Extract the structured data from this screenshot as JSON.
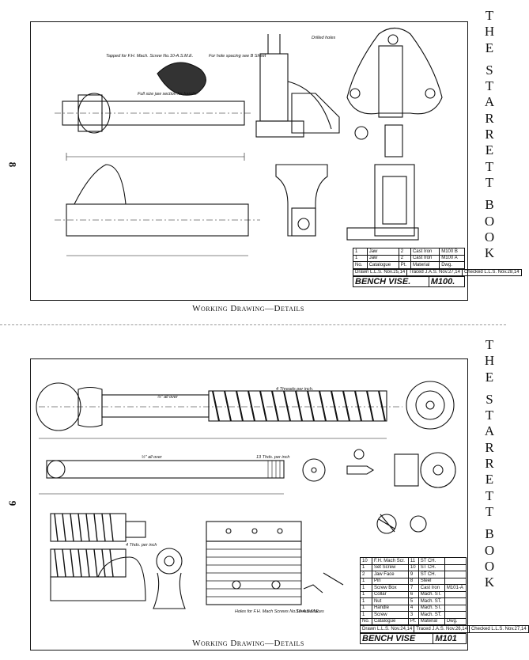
{
  "pages": [
    {
      "page_number": "8",
      "caption": "Working Drawing—Details",
      "side_title": [
        "T",
        "H",
        "E",
        "S",
        "T",
        "A",
        "R",
        "R",
        "E",
        "T",
        "T",
        "B",
        "O",
        "O",
        "K"
      ],
      "notes": {
        "tapped": "Tapped for F.H. Mach. Screw No.10-A.S.M.E.",
        "holes": "For hole spacing see B Sheet",
        "section": "Full size jaw section for handle",
        "drilled": "Drilled holes"
      },
      "title_block": {
        "rows": [
          [
            "1",
            "Jaw",
            "2",
            "Cast Iron",
            "M100 B"
          ],
          [
            "1",
            "Jaw",
            "2",
            "Cast Iron",
            "M100 A"
          ],
          [
            "No.",
            "Catalogue",
            "Pt.",
            "Material",
            "Dwg."
          ]
        ],
        "drawn": "Drawn L.L.S. Nov.25,14",
        "traced": "Traced J.A.S. Nov.27,14",
        "checked": "Checked L.L.S. Nov.28,14",
        "name": "BENCH VISE.",
        "number": "M100."
      }
    },
    {
      "page_number": "9",
      "caption": "Working Drawing—Details",
      "side_title": [
        "T",
        "H",
        "E",
        "S",
        "T",
        "A",
        "R",
        "R",
        "E",
        "T",
        "T",
        "B",
        "O",
        "O",
        "K"
      ],
      "notes": {
        "threads_inch": "4 Threads per inch.",
        "all_over_1": "⅞\" all over",
        "all_over_2": "½\" all over",
        "thds_inch": "13 Thds. per inch",
        "thds_inch_2": "4 Thds. per inch",
        "holes_fh": "Holes for F.H. Mach Screws No.10-A.S.M.E.",
        "serrated": "Serrated faces"
      },
      "title_block": {
        "rows": [
          [
            "10",
            "F.H. Mach Scr.",
            "11",
            "ST CH.",
            ""
          ],
          [
            "1",
            "Set Screw",
            "10",
            "ST CH.",
            ""
          ],
          [
            "2",
            "Jaw Face",
            "9",
            "ST CH.",
            ""
          ],
          [
            "1",
            "Pin",
            "8",
            "Steel",
            ""
          ],
          [
            "1",
            "Screw Box",
            "7",
            "Cast Iron",
            "M101-A"
          ],
          [
            "1",
            "Collar",
            "6",
            "Mach. ST.",
            ""
          ],
          [
            "1",
            "Nut",
            "5",
            "Mach. ST.",
            ""
          ],
          [
            "1",
            "Handle",
            "4",
            "Mach. ST.",
            ""
          ],
          [
            "1",
            "Screw",
            "3",
            "Mach. ST.",
            ""
          ],
          [
            "No.",
            "Catalogue",
            "Pt.",
            "Material",
            "Dwg."
          ]
        ],
        "drawn": "Drawn L.L.S. Nov.24,14",
        "traced": "Traced J.A.S. Nov.26,14",
        "checked": "Checked L.L.S. Nov.27,14",
        "name": "BENCH VISE",
        "number": "M101"
      }
    }
  ]
}
